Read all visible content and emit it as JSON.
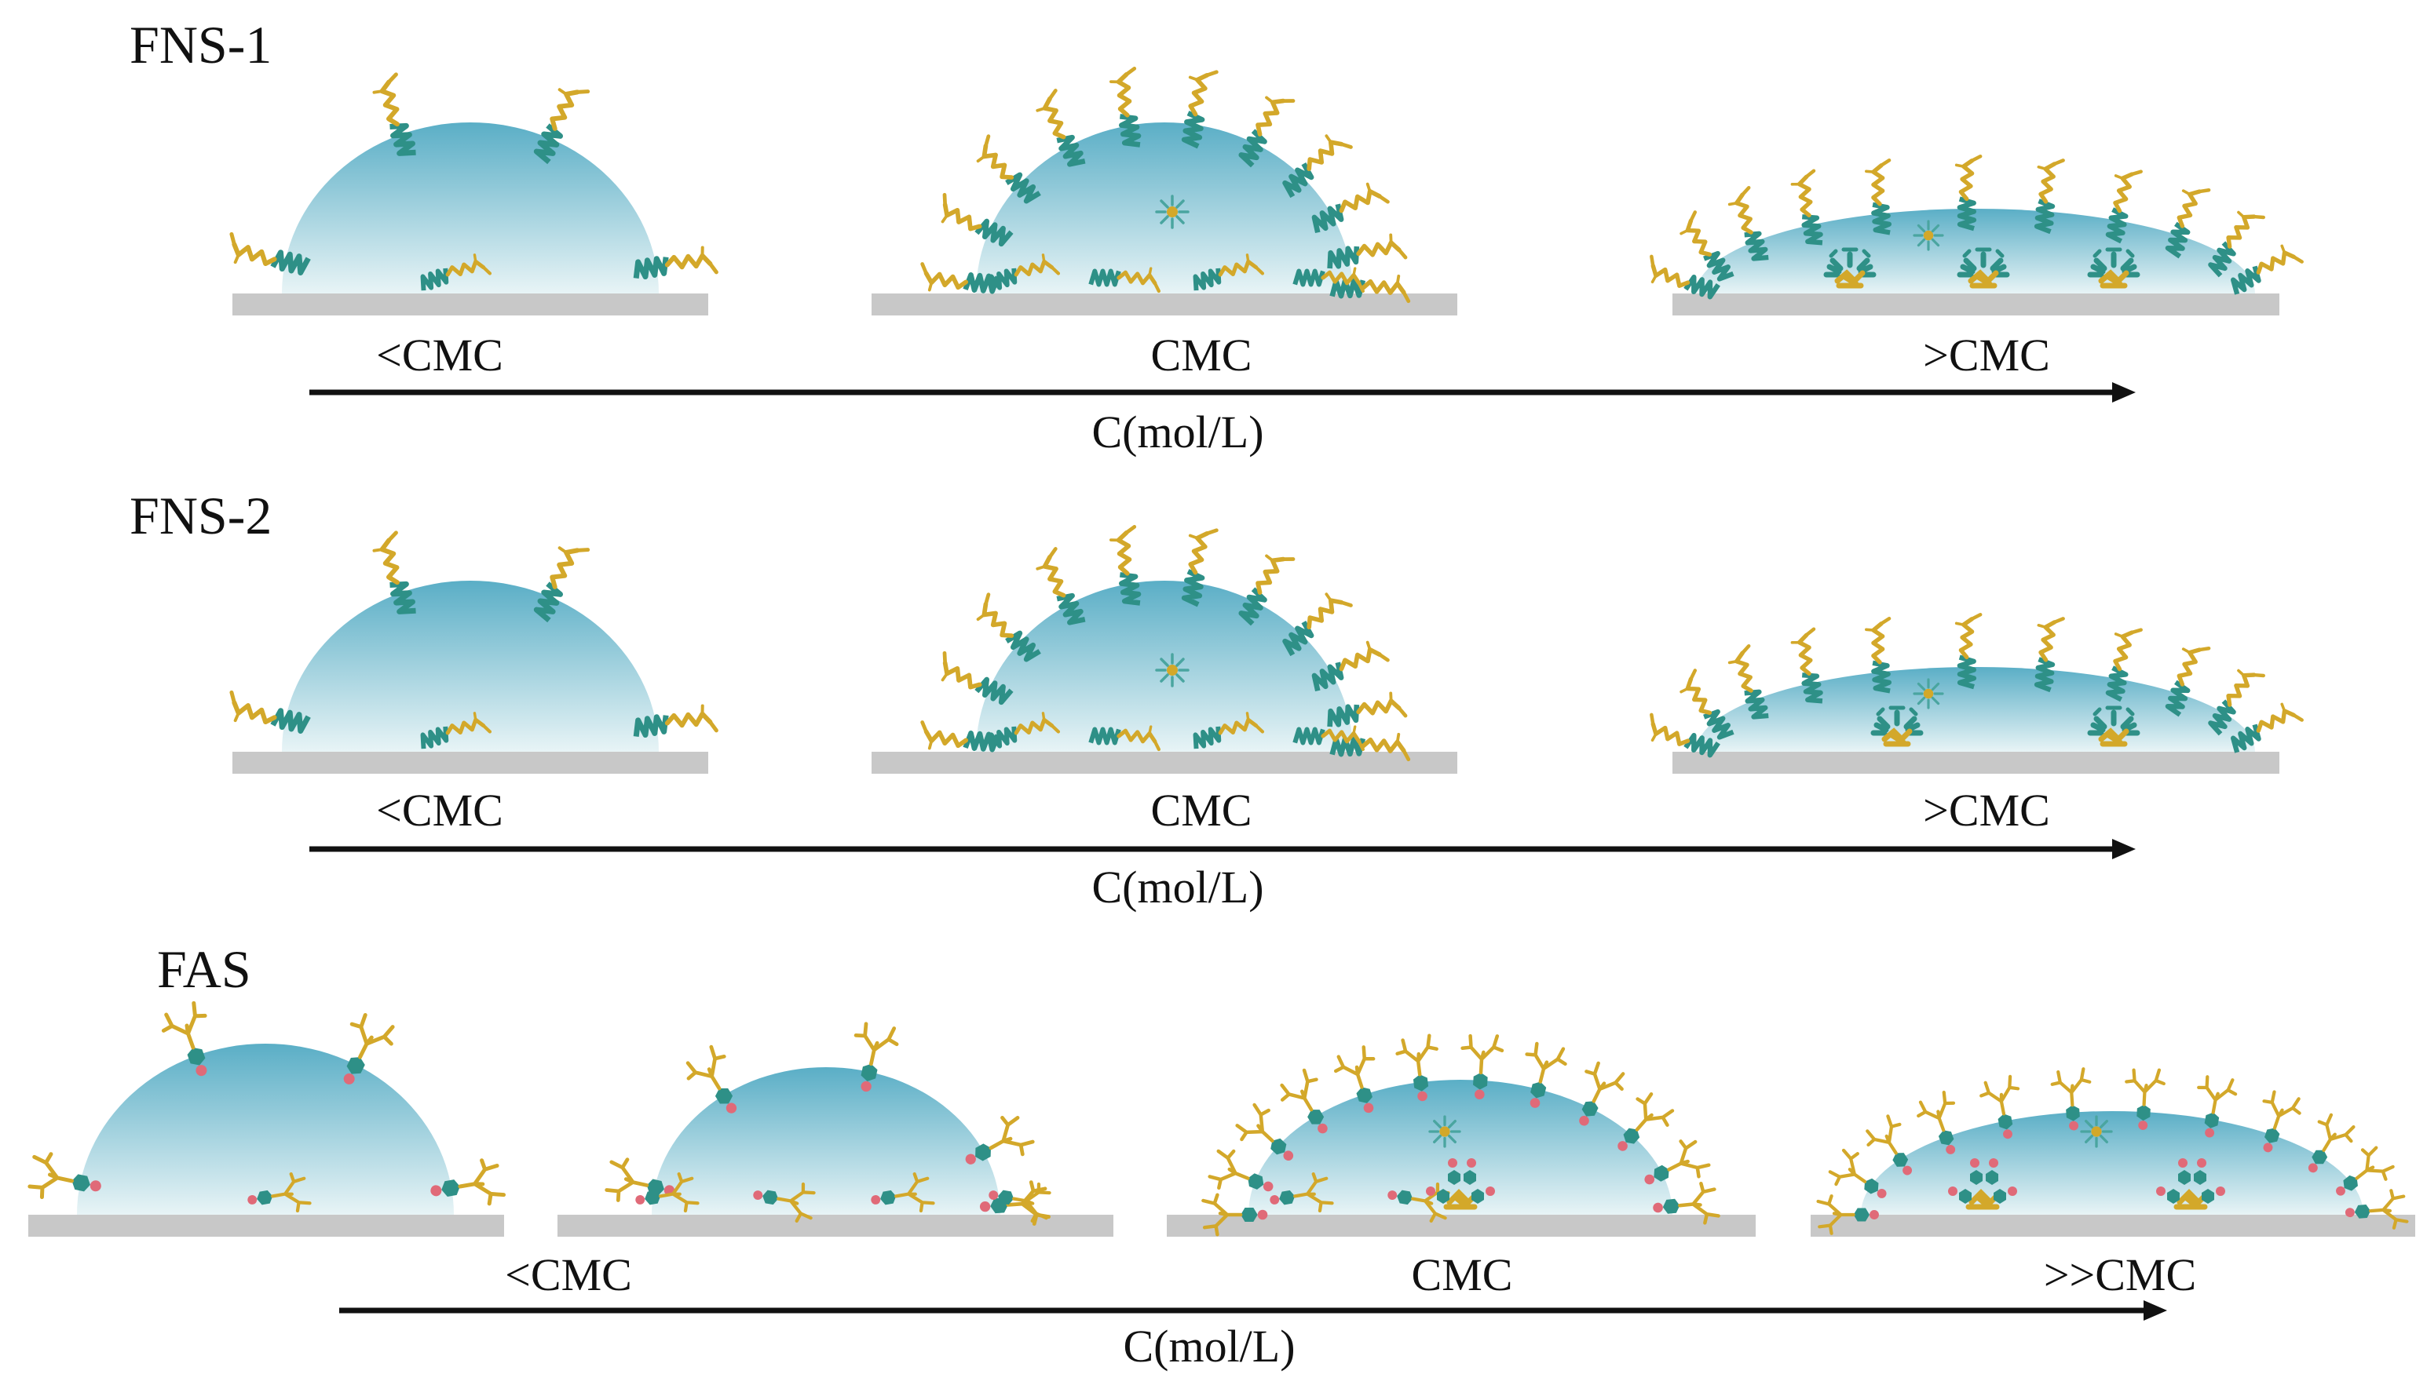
{
  "colors": {
    "substrate": "#c8c8c8",
    "droplet_top": "#5aaec6",
    "droplet_bottom": "#e8f4f6",
    "head": "#2e9087",
    "tail": "#d3a82a",
    "cap": "#e06a78",
    "arrow": "#111111"
  },
  "rows": [
    {
      "label": "FNS-1",
      "axis_label": "C(mol/L)",
      "stages": [
        {
          "label": "<CMC",
          "type": "linear"
        },
        {
          "label": "CMC",
          "type": "linear"
        },
        {
          "label": ">CMC",
          "type": "linear"
        }
      ]
    },
    {
      "label": "FNS-2",
      "axis_label": "C(mol/L)",
      "stages": [
        {
          "label": "<CMC",
          "type": "linear"
        },
        {
          "label": "CMC",
          "type": "linear"
        },
        {
          "label": ">CMC",
          "type": "linear"
        }
      ]
    },
    {
      "label": "FAS",
      "axis_label": "C(mol/L)",
      "stages": [
        {
          "label": "<CMC",
          "type": "branched"
        },
        {
          "label": "CMC",
          "type": "branched"
        },
        {
          "label": ">>CMC",
          "type": "branched"
        }
      ]
    }
  ],
  "icons": [
    "droplet-icon",
    "substrate-icon",
    "surfactant-molecule-icon",
    "micelle-icon",
    "dispersed-dye-icon",
    "concentration-arrow-icon"
  ]
}
